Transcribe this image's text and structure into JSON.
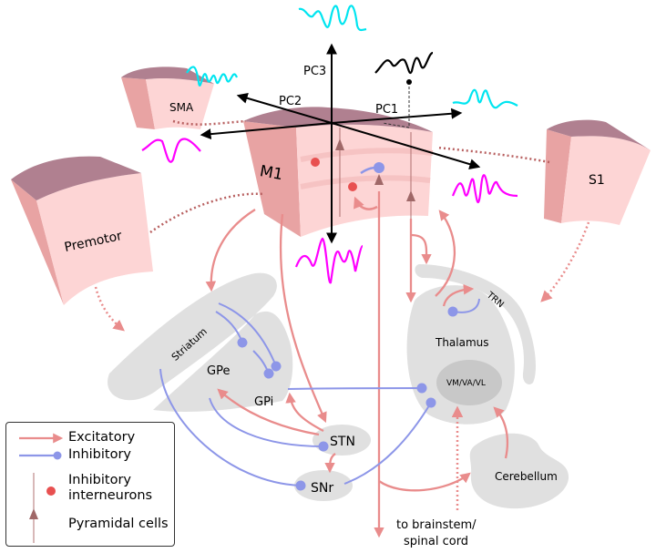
{
  "diagram": {
    "title": "Motor cortex circuit with principal components",
    "colors": {
      "excitatory": "#e98c8c",
      "inhibitory": "#8d96e8",
      "region_gray": "#e0e0e0",
      "region_dark_gray": "#c8c8c8",
      "cortex_front": "#fdd5d5",
      "cortex_side": "#e8a3a3",
      "cortex_top": "#b08090",
      "pc_cyan": "#00e5f0",
      "pc_magenta": "#ff00ff",
      "dotted": "#b86060"
    },
    "cortical_regions": {
      "sma": "SMA",
      "m1": "M1",
      "premotor": "Premotor",
      "s1": "S1"
    },
    "pc_axes": {
      "pc1": "PC1",
      "pc2": "PC2",
      "pc3": "PC3"
    },
    "subcortical": {
      "striatum": "Striatum",
      "gpe": "GPe",
      "gpi": "GPi",
      "stn": "STN",
      "snr": "SNr",
      "thalamus": "Thalamus",
      "trn": "TRN",
      "vm_va_vl": "VM/VA/VL",
      "cerebellum": "Cerebellum"
    },
    "output_label_line1": "to brainstem/",
    "output_label_line2": "spinal cord"
  },
  "legend": {
    "excitatory": "Excitatory",
    "inhibitory": "Inhibitory",
    "interneurons_line1": "Inhibitory",
    "interneurons_line2": "interneurons",
    "pyramidal": "Pyramidal cells"
  }
}
